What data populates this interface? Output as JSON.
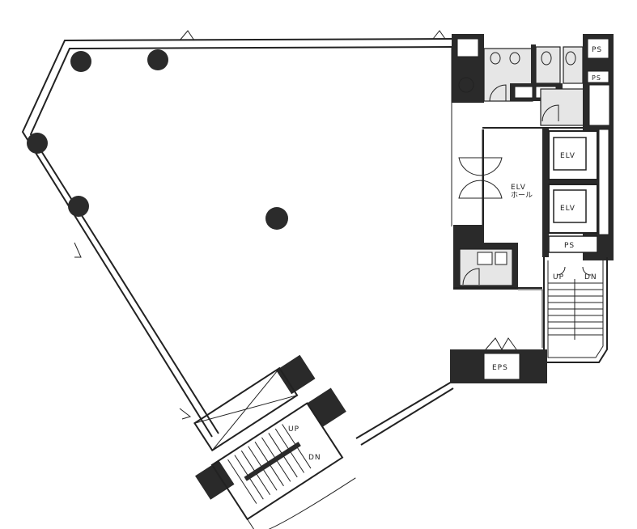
{
  "plan": {
    "labels": {
      "ps_top": "PS",
      "ps_mid": "PS",
      "elv1": "ELV",
      "elv2": "ELV",
      "elv_hall_1": "ELV",
      "elv_hall_2": "ホール",
      "ps_lower": "PS",
      "stair_right_up": "UP",
      "stair_right_dn": "DN",
      "eps": "EPS",
      "stair_bottom_up": "UP",
      "stair_bottom_dn": "DN"
    },
    "colors": {
      "wall": "#222222",
      "column": "#2b2b2b"
    }
  }
}
